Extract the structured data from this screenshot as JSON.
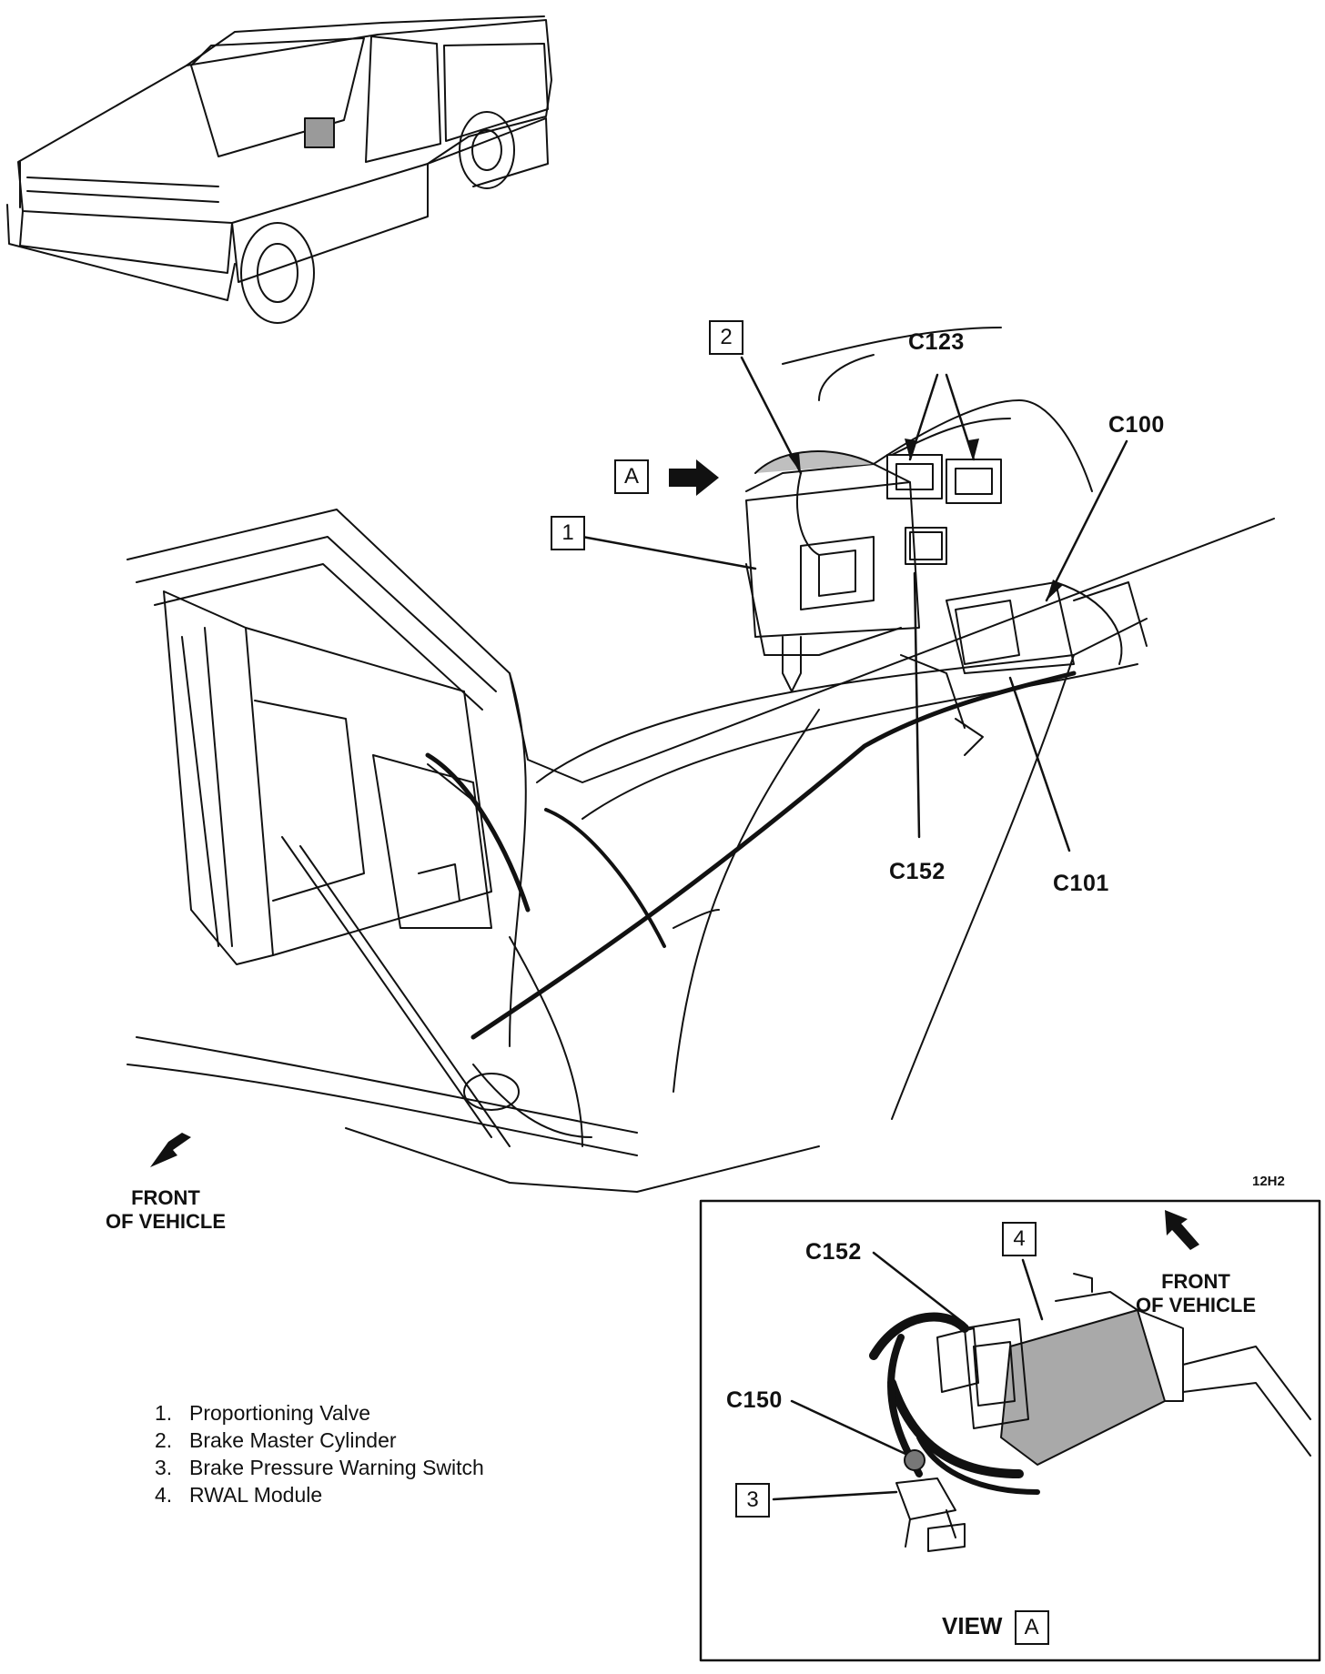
{
  "callouts": {
    "item1": "1",
    "item2": "2",
    "item3": "3",
    "item4": "4",
    "view_ref": "A"
  },
  "connectors": {
    "c123": "C123",
    "c100": "C100",
    "c152": "C152",
    "c101": "C101",
    "c150": "C150"
  },
  "front_label": {
    "line1": "FRONT",
    "line2": "OF VEHICLE"
  },
  "legend": [
    {
      "num": "1.",
      "text": "Proportioning Valve"
    },
    {
      "num": "2.",
      "text": "Brake Master Cylinder"
    },
    {
      "num": "3.",
      "text": "Brake Pressure Warning Switch"
    },
    {
      "num": "4.",
      "text": "RWAL Module"
    }
  ],
  "figure_code": "12H2",
  "view_label": {
    "word": "VIEW",
    "ref": "A"
  },
  "icons": [
    "front-arrow-icon",
    "view-direction-arrow-icon",
    "locator-square-icon"
  ]
}
